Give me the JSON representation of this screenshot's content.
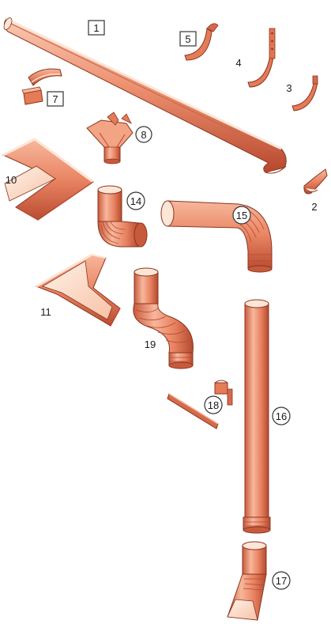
{
  "diagram": {
    "colors": {
      "copper_light": "#f6b89d",
      "copper_mid": "#e8805f",
      "copper_dark": "#b8482e",
      "outline": "#8a3520",
      "inner_light": "#fde6d6",
      "label_stroke": "#333333"
    },
    "parts": [
      {
        "id": "1",
        "label": "1",
        "part": "gutter-pipe",
        "label_style": "box"
      },
      {
        "id": "2",
        "label": "2",
        "part": "gutter-end-cap",
        "label_style": "plain"
      },
      {
        "id": "3",
        "label": "3",
        "part": "gutter-bracket-short",
        "label_style": "plain"
      },
      {
        "id": "4",
        "label": "4",
        "part": "gutter-bracket-long",
        "label_style": "plain"
      },
      {
        "id": "5",
        "label": "5",
        "part": "gutter-bracket-hook",
        "label_style": "box"
      },
      {
        "id": "7",
        "label": "7",
        "part": "gutter-connector",
        "label_style": "box"
      },
      {
        "id": "8",
        "label": "8",
        "part": "gutter-outlet",
        "label_style": "circle"
      },
      {
        "id": "10",
        "label": "10",
        "part": "outer-corner",
        "label_style": "plain"
      },
      {
        "id": "11",
        "label": "11",
        "part": "inner-corner",
        "label_style": "plain"
      },
      {
        "id": "14",
        "label": "14",
        "part": "elbow",
        "label_style": "circle"
      },
      {
        "id": "15",
        "label": "15",
        "part": "elbow-long",
        "label_style": "circle"
      },
      {
        "id": "16",
        "label": "16",
        "part": "downpipe",
        "label_style": "circle"
      },
      {
        "id": "17",
        "label": "17",
        "part": "outlet-shoe",
        "label_style": "circle"
      },
      {
        "id": "18",
        "label": "18",
        "part": "pipe-clip",
        "label_style": "circle"
      },
      {
        "id": "19",
        "label": "19",
        "part": "offset-elbow",
        "label_style": "circle"
      }
    ]
  }
}
